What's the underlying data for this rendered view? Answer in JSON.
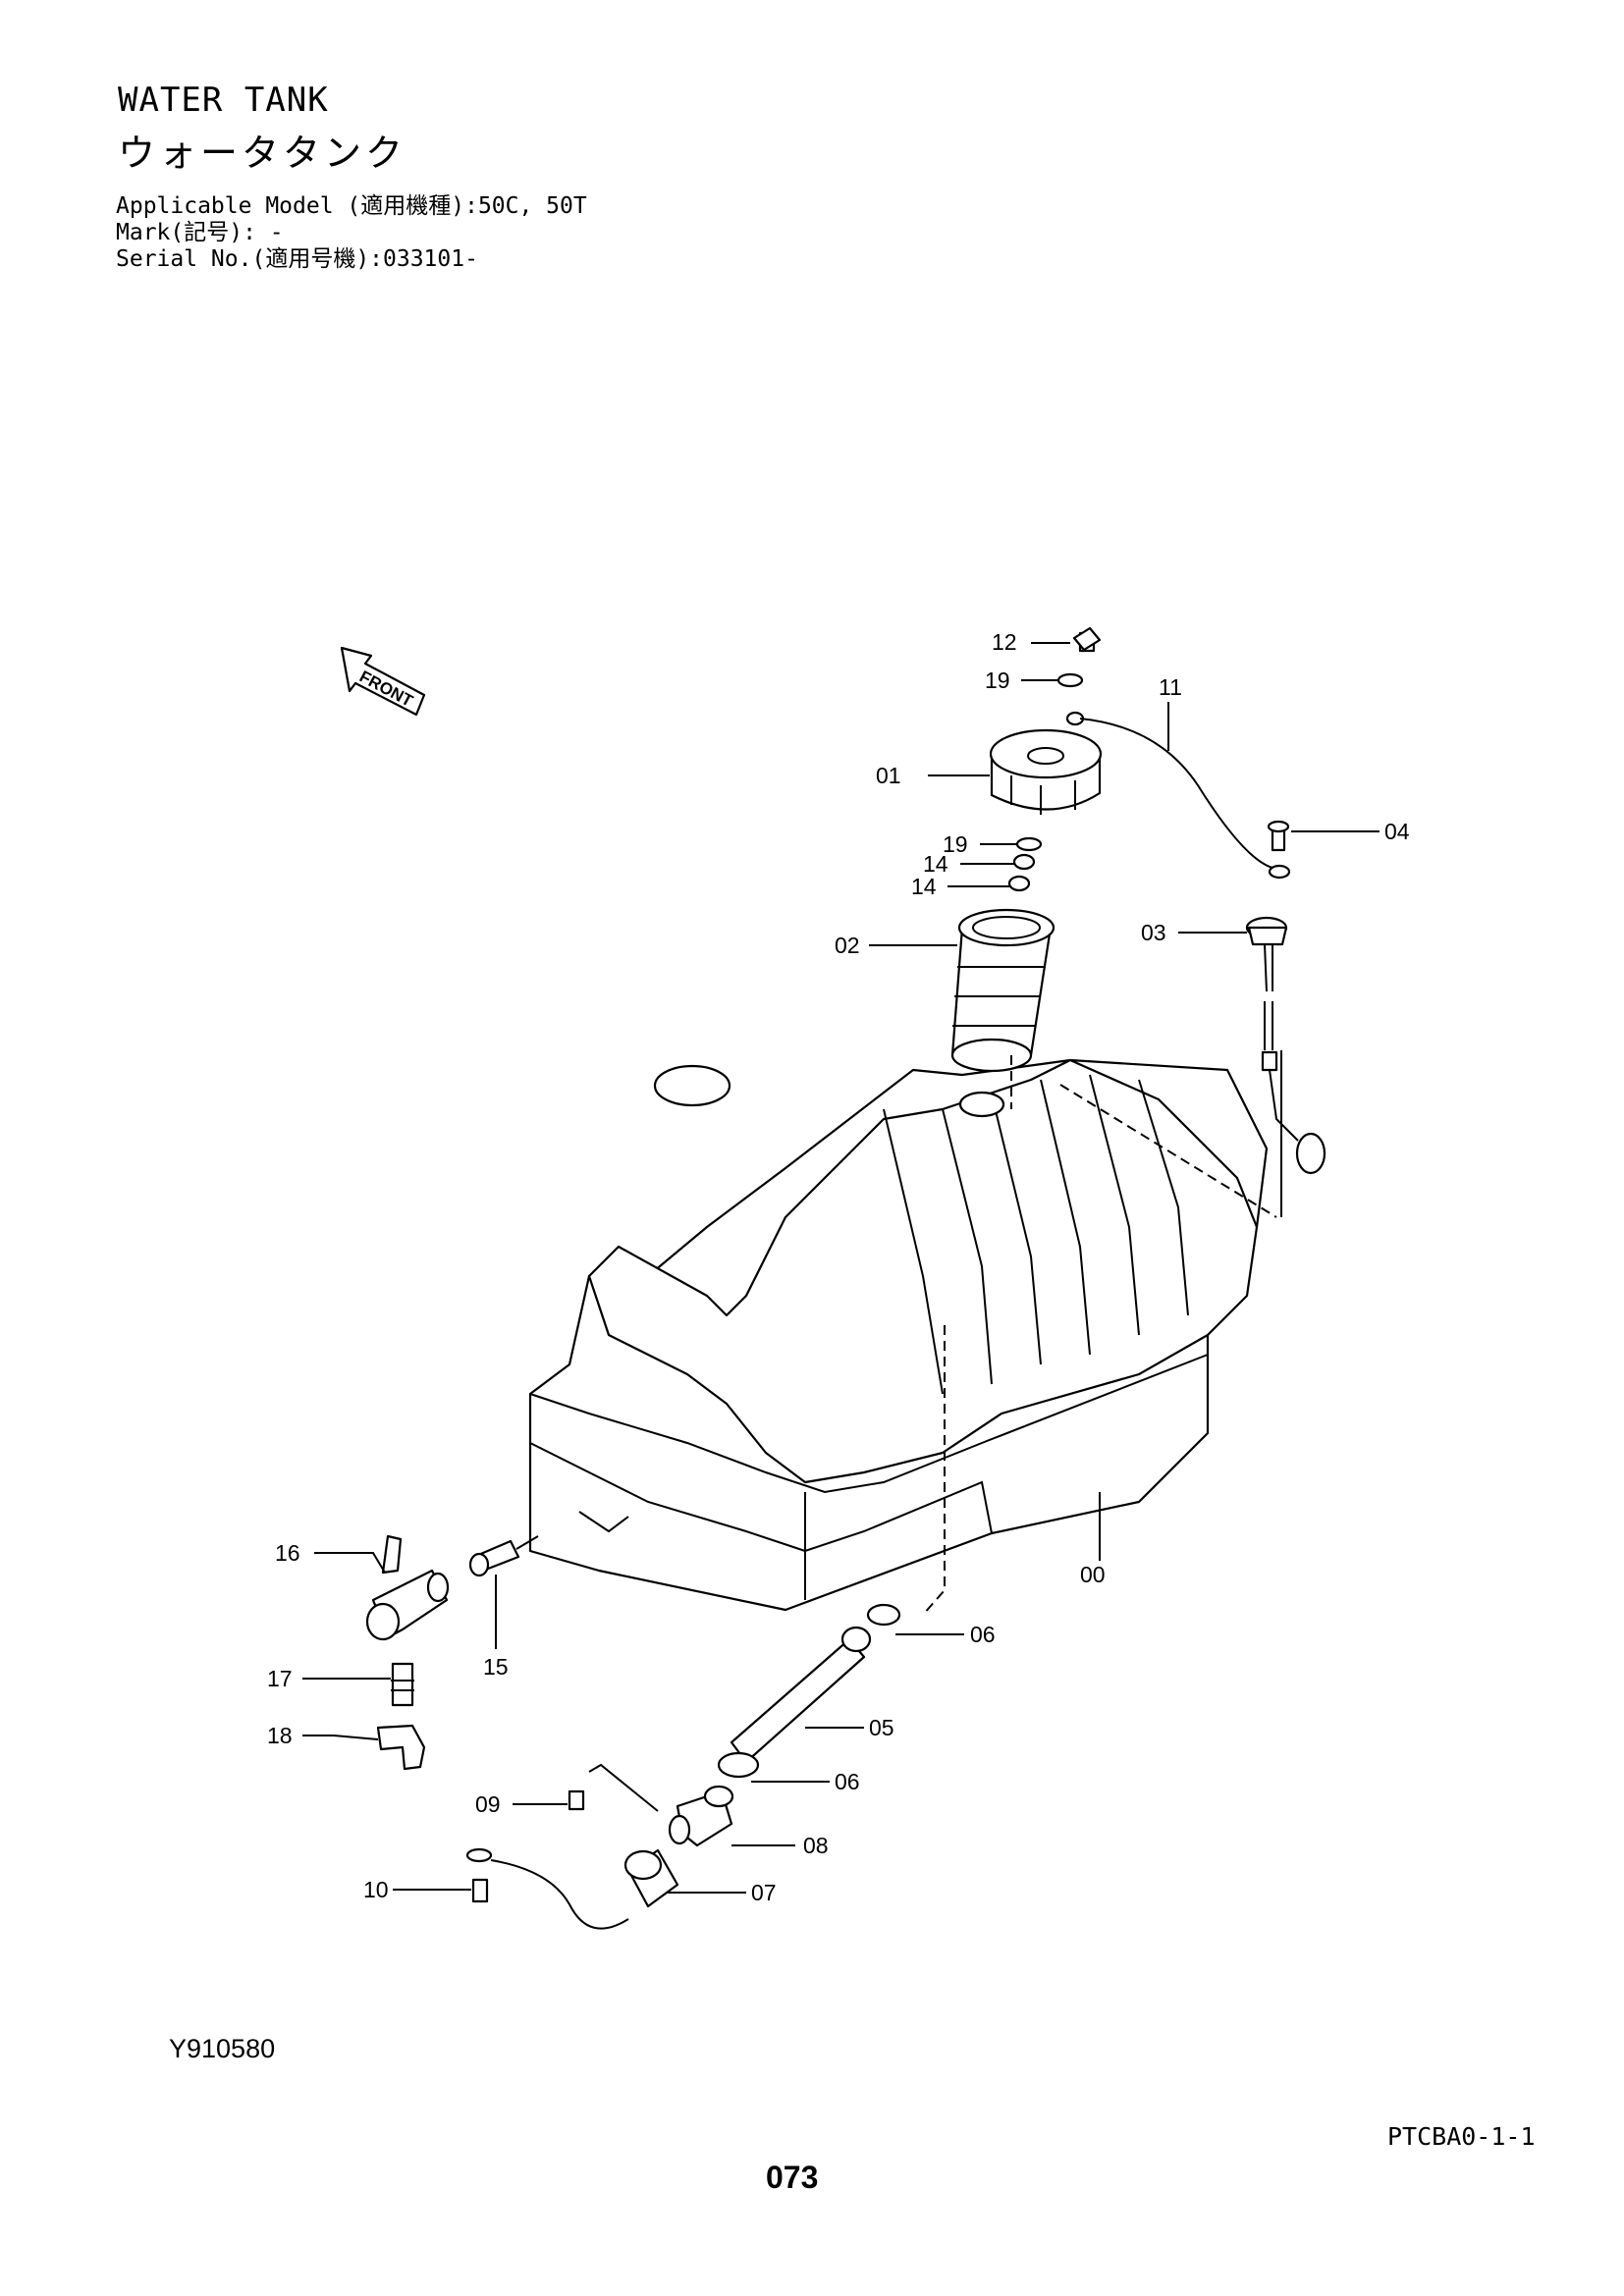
{
  "header": {
    "title_en": "WATER TANK",
    "title_jp": "ウォータタンク",
    "applicable_model": "Applicable Model (適用機種):50C, 50T",
    "mark": "Mark(記号): -",
    "serial": "Serial No.(適用号機):033101-"
  },
  "footer": {
    "figure_code": "Y910580",
    "sheet_code": "PTCBA0-1-1",
    "page_number": "073"
  },
  "diagram": {
    "front_label": "FRONT",
    "callouts": {
      "c00": "00",
      "c01": "01",
      "c02": "02",
      "c03": "03",
      "c04": "04",
      "c05": "05",
      "c06a": "06",
      "c06b": "06",
      "c07": "07",
      "c08": "08",
      "c09": "09",
      "c10": "10",
      "c11": "11",
      "c12": "12",
      "c14a": "14",
      "c14b": "14",
      "c15": "15",
      "c16": "16",
      "c17": "17",
      "c18": "18",
      "c19a": "19",
      "c19b": "19"
    }
  }
}
